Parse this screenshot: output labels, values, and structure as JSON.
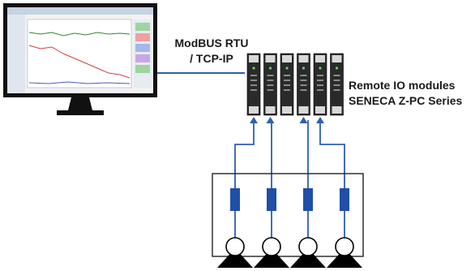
{
  "link_label": [
    "ModBUS RTU",
    "/ TCP-IP"
  ],
  "modules_label": [
    "Remote IO modules",
    "SENECA Z-PC Series"
  ],
  "module_count": 6,
  "field_device_count": 4,
  "colors": {
    "wire": "#2e5fb0",
    "device_fill": "#1f4fa8",
    "monitor": "#111111",
    "module_body": "#2a2a2a",
    "sensor_base": "#000000"
  },
  "monitor_screen": {
    "plot_series": [
      {
        "color": "#2d8a2d",
        "trend": "flat"
      },
      {
        "color": "#d04040",
        "trend": "decreasing"
      },
      {
        "color": "#4060c0",
        "trend": "flat"
      }
    ]
  }
}
